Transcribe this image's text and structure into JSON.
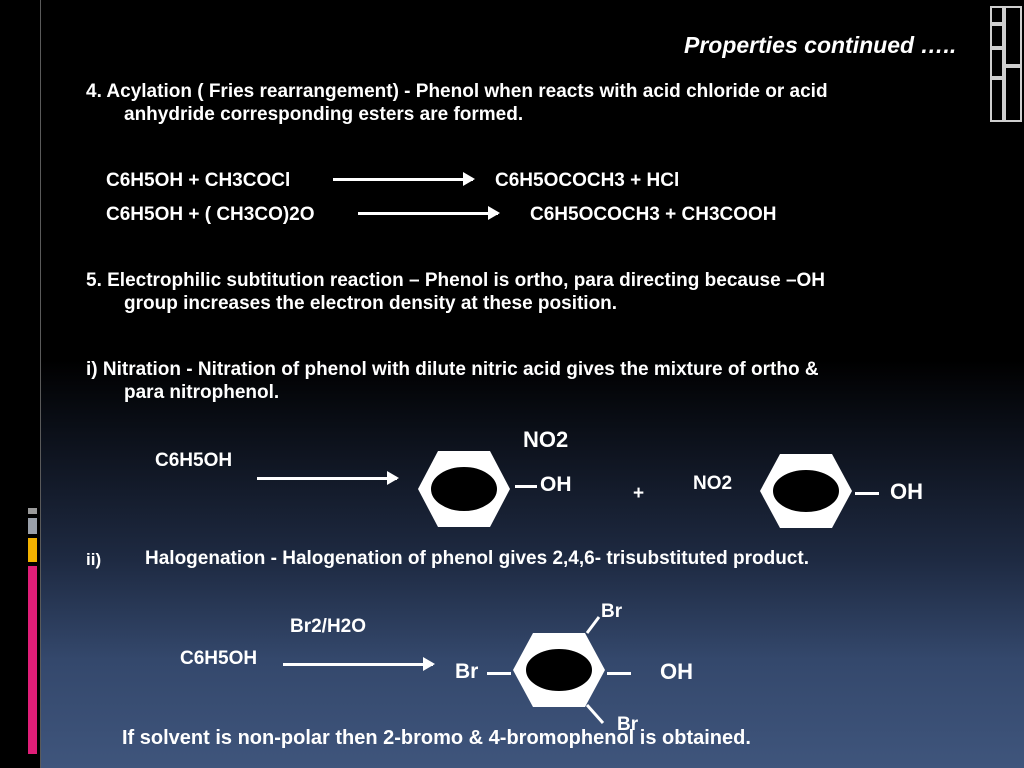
{
  "title": "Properties continued …..",
  "acylation": {
    "line1": "4. Acylation ( Fries rearrangement) -  Phenol when reacts with acid chloride or acid",
    "line2": "anhydride corresponding esters are formed.",
    "eq1_left": "C6H5OH + CH3COCl",
    "eq1_right": "C6H5OCOCH3 + HCl",
    "eq2_left": "C6H5OH + ( CH3CO)2O",
    "eq2_right": "C6H5OCOCH3 +  CH3COOH"
  },
  "electrophilic": {
    "line1": "5. Electrophilic subtitution reaction – Phenol is ortho, para directing because –OH",
    "line2": "group increases the electron density at these position."
  },
  "nitration": {
    "line1": "i)  Nitration -  Nitration of phenol with dilute nitric acid gives the mixture of ortho &",
    "line2": "para nitrophenol.",
    "reactant": "C6H5OH",
    "ortho_no2": "NO2",
    "ortho_oh": "OH",
    "plus": "+",
    "para_no2": "NO2",
    "para_oh": "OH"
  },
  "halogenation": {
    "label": "ii)",
    "text": "Halogenation -  Halogenation of phenol gives 2,4,6- trisubstituted product.",
    "reagent": "Br2/H2O",
    "reactant": "C6H5OH",
    "br_top": "Br",
    "br_left": "Br",
    "br_bottom": "Br",
    "oh": "OH"
  },
  "footer": "If solvent is non-polar then 2-bromo & 4-bromophenol is obtained."
}
